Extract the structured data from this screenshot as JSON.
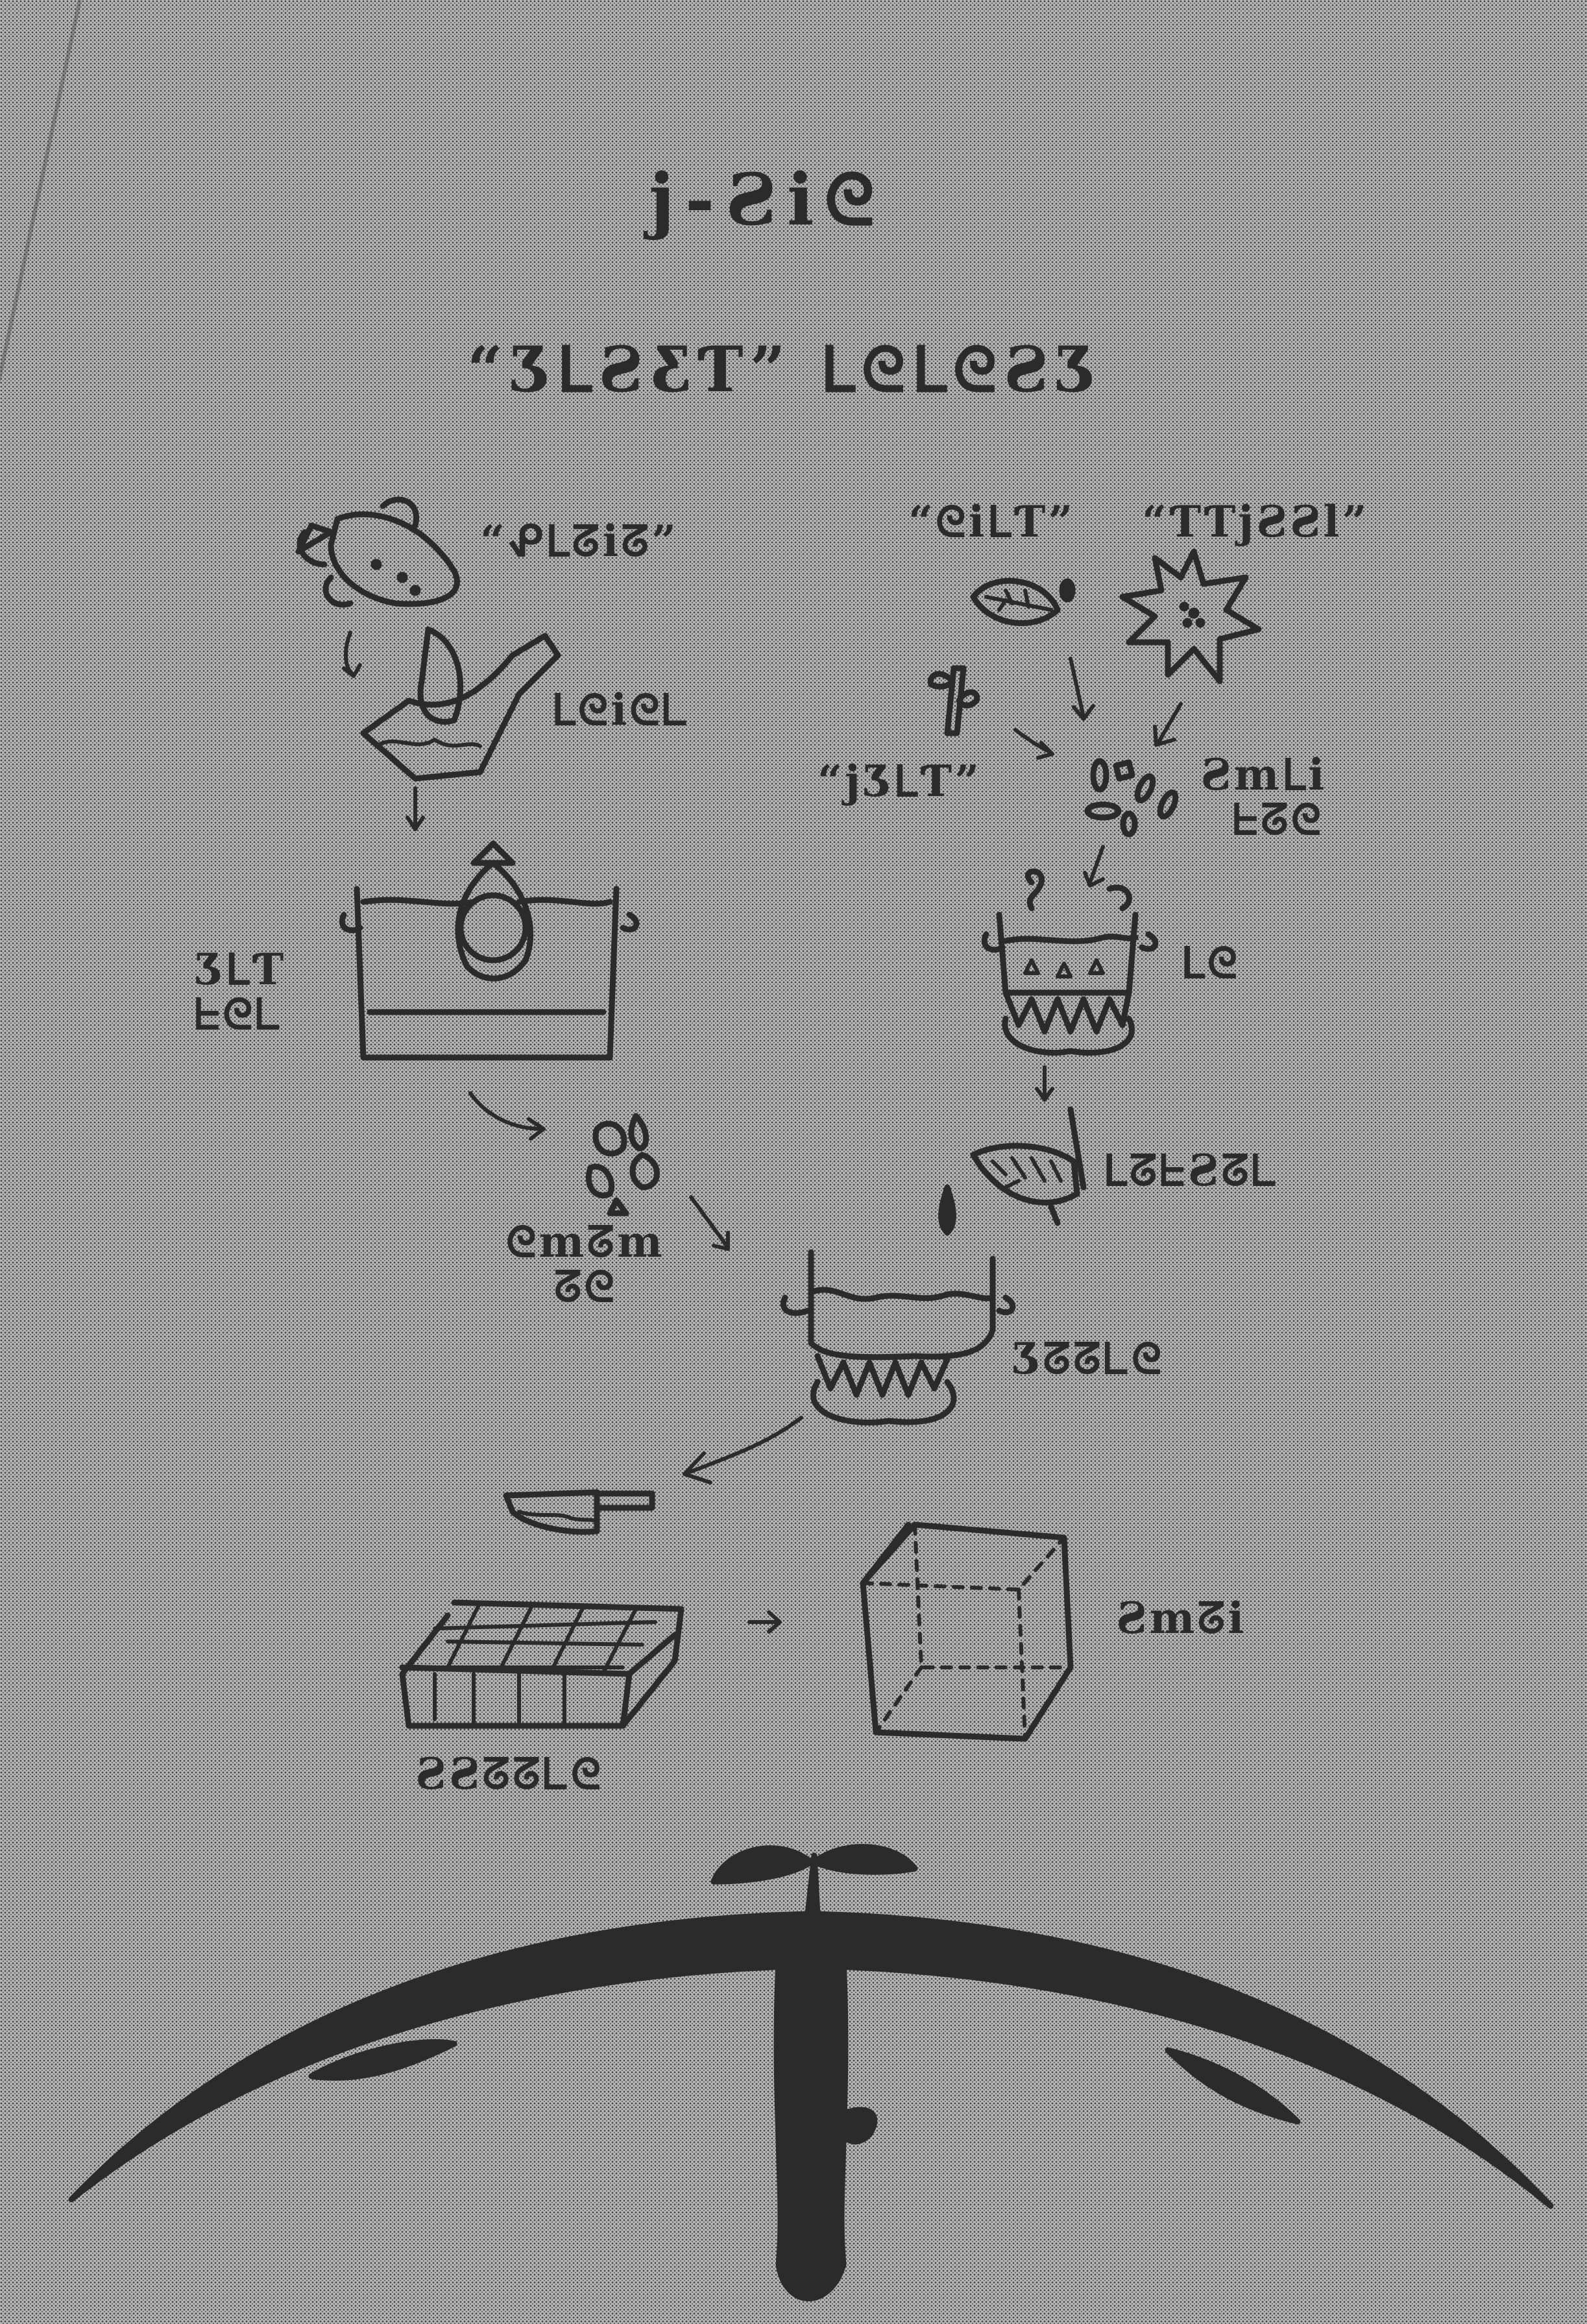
{
  "header": {
    "title": "j-Ƨiᘓ",
    "subtitle": "“ƷᒪƧƸƬ” ᒪᘓᒪᘓƧƷ"
  },
  "ingredients": {
    "left_top": "“ᕵᒪᘔiᘔ”",
    "right_top_1": "“ᘓiᒪƬ”",
    "right_top_2": "“ƬƬjƧƧl”",
    "right_mid": "“jƷᒪƬ”"
  },
  "steps": {
    "peel": "ᒪᘓiᘓᒪ",
    "soak_line1": "ƷᒪƬ",
    "soak_line2": "ᖶᘓᒪ",
    "grind_line1": "Ƨmᒪi",
    "grind_line2": "ᖶᘔᘓ",
    "boil": "ᒪᘓ",
    "strain": "ᒪᘔᖶƧᘔᒪ",
    "mash_line1": "ᘓmᘔm",
    "mash_line2": "ᘔᘓ",
    "cook": "Ʒᘔᘔᒪᘓ",
    "cut": "ƧƧᘔᘔᒪᘓ",
    "result": "Ƨmᘔi"
  },
  "icons": {
    "sweet_potato": "sweet-potato-icon",
    "peeler": "peeler-icon",
    "pot_with_bag": "pot-with-bag-icon",
    "leaf": "leaf-icon",
    "star_fruit": "spiky-fruit-icon",
    "sprig": "sprig-icon",
    "chopped_pieces": "chopped-pieces-icon",
    "boiling_pot": "boiling-pot-icon",
    "strainer": "strainer-icon",
    "mashed_pieces": "mashed-pieces-icon",
    "cooking_pot": "cooking-pot-icon",
    "knife": "knife-icon",
    "sliced_tray": "sliced-tray-icon",
    "cube_block": "cube-block-icon",
    "globe_with_sprout": "globe-sprout-icon"
  },
  "colors": {
    "ink": "#2b2b2b",
    "paper": "#b9b9b9"
  }
}
